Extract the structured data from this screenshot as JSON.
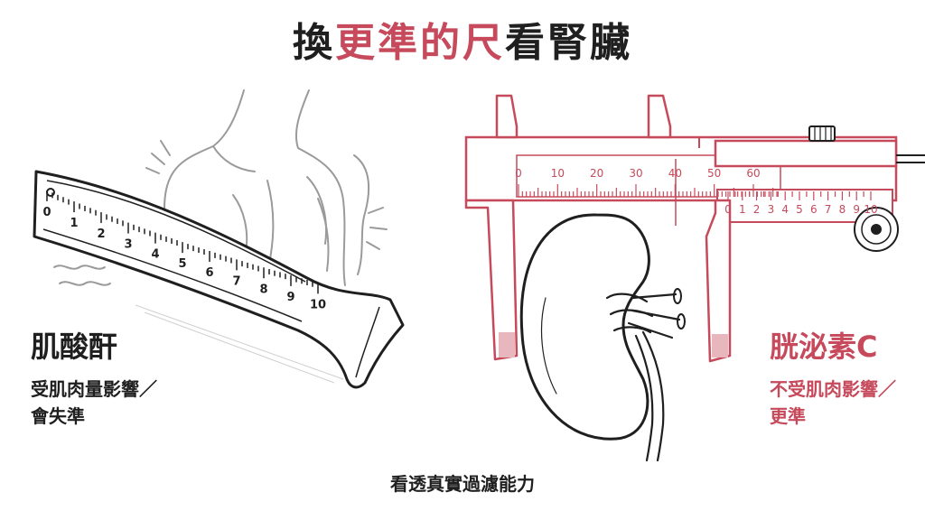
{
  "title": {
    "part1": "換",
    "part2": "更準的尺",
    "part3": "看腎臟"
  },
  "left": {
    "title": "肌酸酐",
    "desc_line1": "受肌肉量影響／",
    "desc_line2": "會失準"
  },
  "right": {
    "title": "胱泌素C",
    "desc_line1": "不受肌肉影響／",
    "desc_line2": "更準"
  },
  "bottom_caption": "看透真實過濾能力",
  "tape_ticks": [
    "0",
    "1",
    "2",
    "3",
    "4",
    "5",
    "6",
    "7",
    "8",
    "9",
    "10"
  ],
  "caliper_main_ticks": [
    "0",
    "10",
    "20",
    "30",
    "40",
    "50",
    "60"
  ],
  "caliper_vernier_ticks": [
    "0",
    "1",
    "2",
    "3",
    "4",
    "5",
    "6",
    "7",
    "8",
    "9",
    "10"
  ],
  "colors": {
    "accent": "#c64a5b",
    "ink": "#1f1f1f",
    "sketch": "#9a9a9a"
  },
  "icons": [
    "measuring-tape-icon",
    "human-torso-icon",
    "vernier-caliper-icon",
    "kidney-icon"
  ]
}
